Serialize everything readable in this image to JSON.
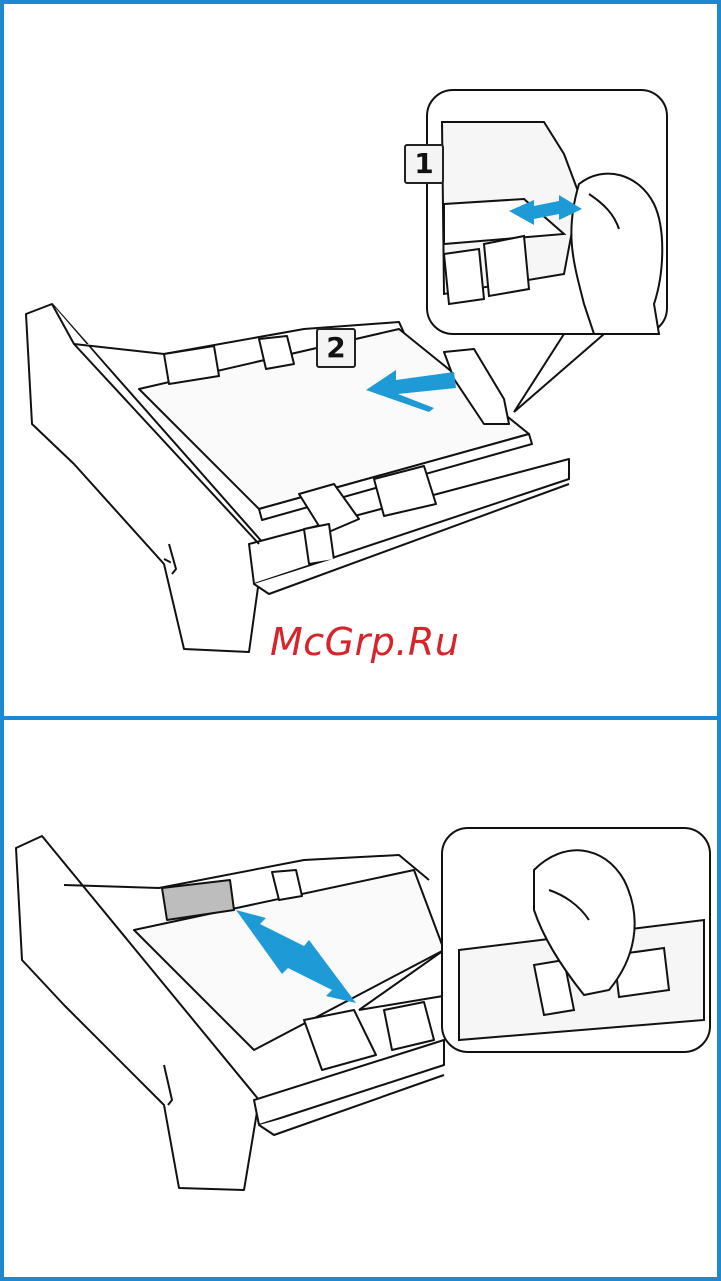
{
  "watermark": "McGrp.Ru",
  "steps": [
    {
      "label": "1"
    },
    {
      "label": "2"
    }
  ],
  "colors": {
    "frame": "#1e88d2",
    "arrow": "#1e9ad6",
    "watermark": "#d8232a"
  },
  "icons": [
    "paper-tray-illustration",
    "hand-illustration",
    "double-arrow-icon",
    "arrow-left-icon"
  ]
}
